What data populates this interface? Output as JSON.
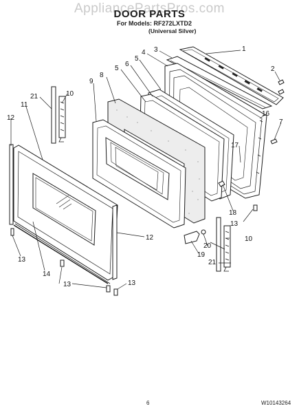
{
  "watermark": "AppliancePartsPros.com",
  "header": {
    "title": "DOOR PARTS",
    "models_line": "For Models: RF272LXTD2",
    "color_line": "(Universal Silver)"
  },
  "footer": {
    "page_number": "6",
    "document_number": "W10143264"
  },
  "callouts": [
    {
      "key": "1",
      "text": "1"
    },
    {
      "key": "2",
      "text": "2"
    },
    {
      "key": "3",
      "text": "3"
    },
    {
      "key": "4",
      "text": "4"
    },
    {
      "key": "5a",
      "text": "5"
    },
    {
      "key": "5b",
      "text": "5"
    },
    {
      "key": "6",
      "text": "6"
    },
    {
      "key": "7",
      "text": "7"
    },
    {
      "key": "8",
      "text": "8"
    },
    {
      "key": "9",
      "text": "9"
    },
    {
      "key": "10a",
      "text": "10"
    },
    {
      "key": "10b",
      "text": "10"
    },
    {
      "key": "11",
      "text": "11"
    },
    {
      "key": "12a",
      "text": "12"
    },
    {
      "key": "12b",
      "text": "12"
    },
    {
      "key": "13a",
      "text": "13"
    },
    {
      "key": "13b",
      "text": "13"
    },
    {
      "key": "13c",
      "text": "13"
    },
    {
      "key": "13d",
      "text": "13"
    },
    {
      "key": "14",
      "text": "14"
    },
    {
      "key": "16",
      "text": "16"
    },
    {
      "key": "17",
      "text": "17"
    },
    {
      "key": "18",
      "text": "18"
    },
    {
      "key": "19",
      "text": "19"
    },
    {
      "key": "20",
      "text": "20"
    },
    {
      "key": "21a",
      "text": "21"
    },
    {
      "key": "21b",
      "text": "21"
    }
  ]
}
